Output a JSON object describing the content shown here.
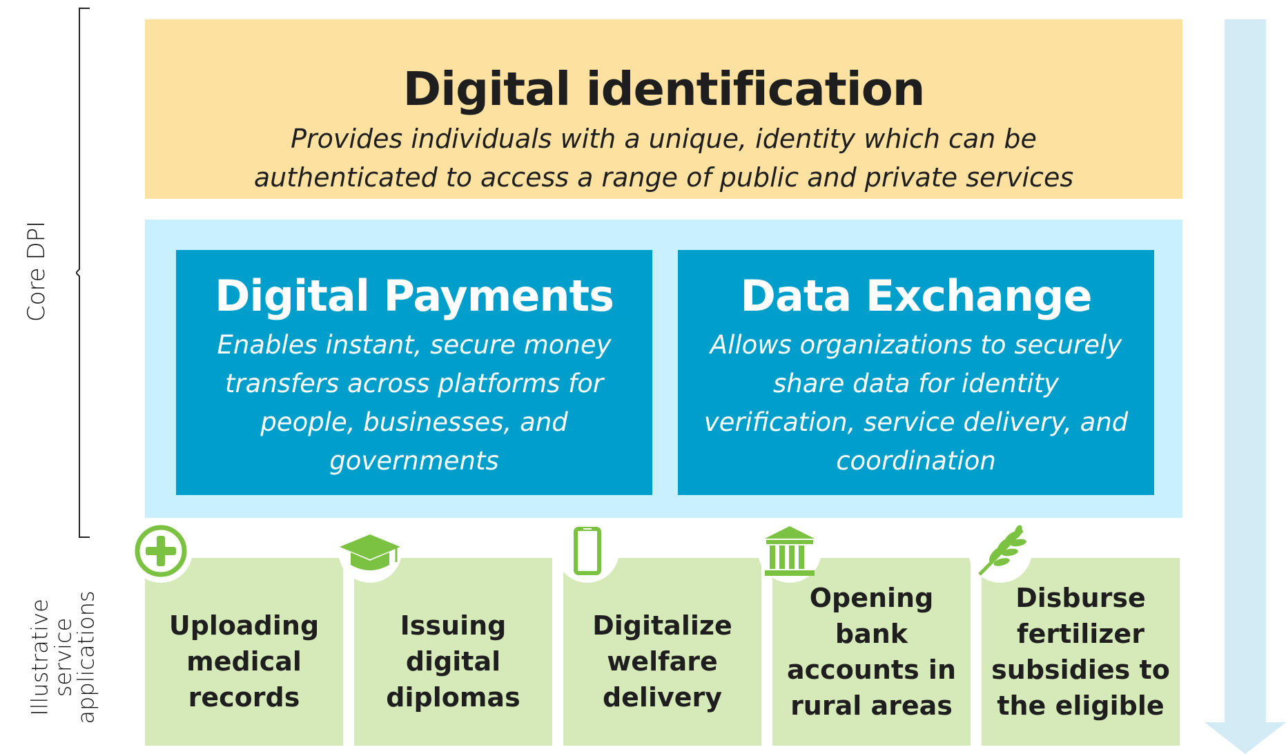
{
  "side_labels": {
    "core": "Core DPI",
    "illustrative": [
      "Illustrative",
      "service",
      "applications"
    ]
  },
  "identity": {
    "title": "Digital identification",
    "description_lines": [
      "Provides individuals with a unique, identity which can be",
      "authenticated to access a range of public and private services"
    ]
  },
  "payments": {
    "title": "Digital Payments",
    "description_lines": [
      "Enables instant, secure money",
      "transfers across platforms for",
      "people, businesses, and",
      "governments"
    ]
  },
  "exchange": {
    "title": "Data Exchange",
    "description_lines": [
      "Allows organizations to securely",
      "share data for identity",
      "verification, service delivery, and",
      "coordination"
    ]
  },
  "services": [
    {
      "icon": "medical-cross-icon",
      "lines": [
        "Uploading",
        "medical",
        "records"
      ]
    },
    {
      "icon": "graduation-cap-icon",
      "lines": [
        "Issuing digital",
        "diplomas"
      ]
    },
    {
      "icon": "mobile-phone-icon",
      "lines": [
        "Digitalize",
        "welfare",
        "delivery"
      ]
    },
    {
      "icon": "bank-building-icon",
      "lines": [
        "Opening",
        "bank",
        "accounts in",
        "rural areas"
      ]
    },
    {
      "icon": "wheat-leaf-icon",
      "lines": [
        "Disburse",
        "fertilizer",
        "subsidies to",
        "the eligible"
      ]
    }
  ],
  "colors": {
    "identity_band": "#fde1a0",
    "infra_band": "#c9f1fd",
    "core_box": "#009ecb",
    "service_card": "#d6e9b9",
    "icon_green": "#7cc242",
    "arrow": "#d3ebf4"
  }
}
